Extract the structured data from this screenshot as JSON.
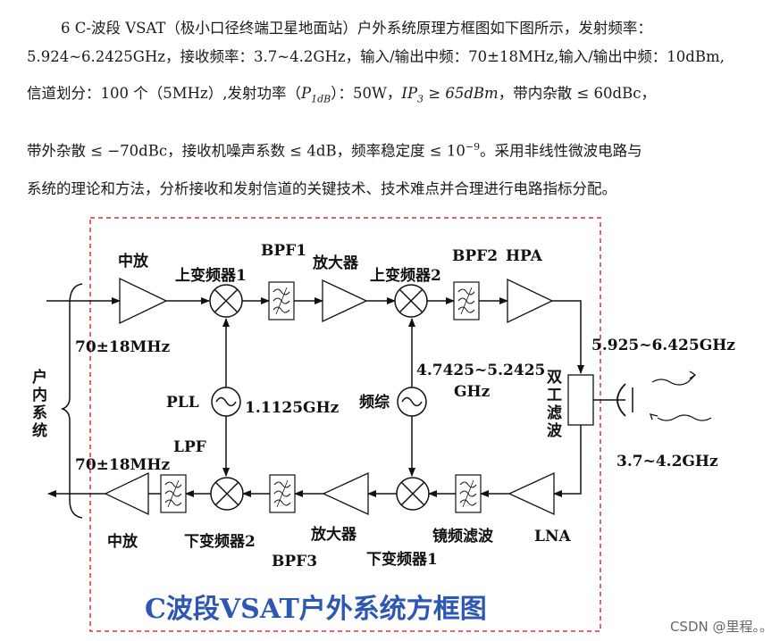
{
  "intro": {
    "line1": "6 C-波段 VSAT（极小口径终端卫星地面站）户外系统原理方框图如下图所示，发射频率：",
    "line2": "5.924~6.2425GHz，接收频率：3.7~4.2GHz，输入/输出中频：70±18MHz,输入/输出中频：10dBm,",
    "line3a": "信道划分：100 个（5MHz）,发射功率（",
    "line3_p": "P",
    "line3_sub": "1dB",
    "line3b": "）：50W，",
    "line3_ip": "IP",
    "line3_ip_sub": "3",
    "line3c": " ≥ 65dBm",
    "line3d": "，带内杂散 ≤ 60dBc，",
    "line4a": "带外杂散 ≤ −70dBc，接收机噪声系数 ≤ 4dB，频率稳定度 ≤ 10",
    "line4_sup": "−9",
    "line4b": "。采用非线性微波电路与",
    "line5": "系统的理论和方法，分析接收和发射信道的关键技术、技术难点并合理进行电路指标分配。"
  },
  "diagram": {
    "title": "C波段VSAT户外系统方框图",
    "labels": {
      "if_amp_top": "中放",
      "up_mixer1": "上变频器1",
      "bpf1": "BPF1",
      "amp_top": "放大器",
      "up_mixer2": "上变频器2",
      "bpf2": "BPF2",
      "hpa": "HPA",
      "if_in_freq": "70±18MHz",
      "indoor": [
        "户",
        "内",
        "系",
        "统"
      ],
      "pll": "PLL",
      "pll_freq": "1.1125GHz",
      "synth": "频综",
      "synth_freq_1": "4.7425~5.2425",
      "synth_freq_2": "GHz",
      "tx_freq": "5.925~6.425GHz",
      "duplexer": [
        "双",
        "工",
        "滤",
        "波"
      ],
      "rx_freq": "3.7~4.2GHz",
      "lpf": "LPF",
      "if_out_freq": "70±18MHz",
      "if_amp_bottom": "中放",
      "down_mixer2": "下变频器2",
      "bpf3": "BPF3",
      "amp_bottom": "放大器",
      "down_mixer1": "下变频器1",
      "image_filter": "镜频滤波",
      "lna": "LNA"
    }
  },
  "watermark": "CSDN @里程。。"
}
